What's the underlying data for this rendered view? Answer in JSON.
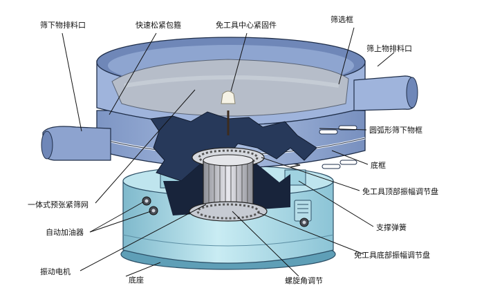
{
  "colors": {
    "body_blue": "#8fa7d2",
    "body_dark": "#5c77a8",
    "mesh_gray": "#b8bfcb",
    "base_cyan": "#a9dbe8",
    "inner_dark": "#24344f",
    "label_text": "#111111"
  },
  "labels": {
    "under_screen_outlet": "筛下物排料口",
    "quick_clamp_hoop": "快速松紧包箍",
    "tool_free_center_fastener": "免工具中心紧固件",
    "screen_frame": "筛选框",
    "over_screen_outlet": "筛上物排料口",
    "arc_under_screen_frame": "圆弧形筛下物框",
    "bottom_frame": "底框",
    "top_amplitude_disc": "免工具顶部振幅调节盘",
    "integral_tension_mesh": "一体式预张紧筛网",
    "auto_oiler": "自动加油器",
    "support_spring": "支撑弹簧",
    "bottom_amplitude_disc": "免工具底部振幅调节盘",
    "vibration_motor": "振动电机",
    "base": "底座",
    "helix_angle_adjust": "螺旋角调节"
  }
}
